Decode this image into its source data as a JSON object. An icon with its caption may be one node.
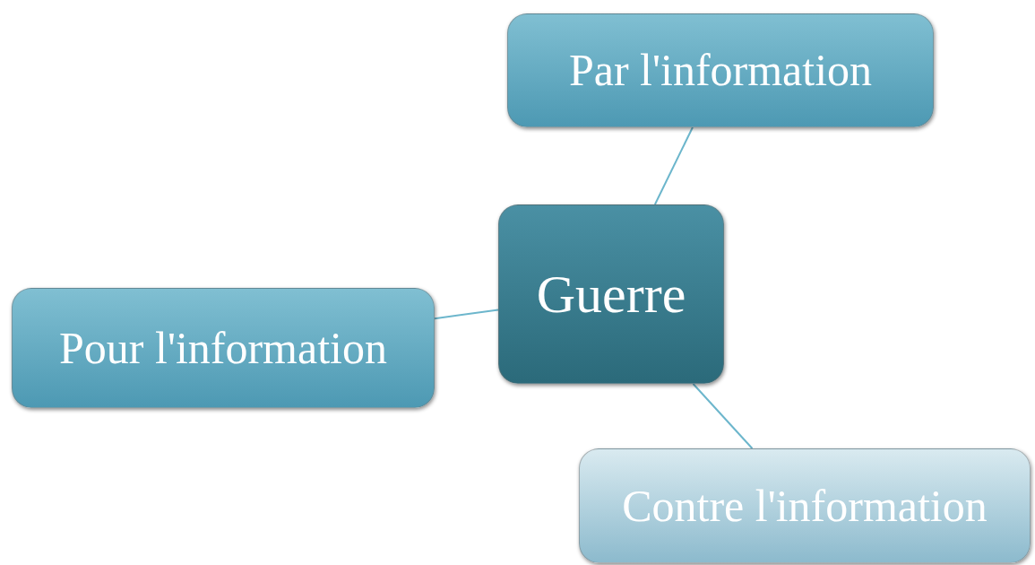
{
  "diagram": {
    "nodes": [
      {
        "text": [
          "Par l'information"
        ]
      },
      {
        "text": [
          "Guerre"
        ]
      },
      {
        "text": [
          "Pour l'information"
        ]
      },
      {
        "text": [
          "Contre l'information"
        ]
      }
    ],
    "edges": [
      {
        "from": 1,
        "to": 0,
        "arrow": "none"
      },
      {
        "from": 1,
        "to": 2,
        "arrow": "none"
      },
      {
        "from": 1,
        "to": 3,
        "arrow": "none"
      }
    ]
  }
}
